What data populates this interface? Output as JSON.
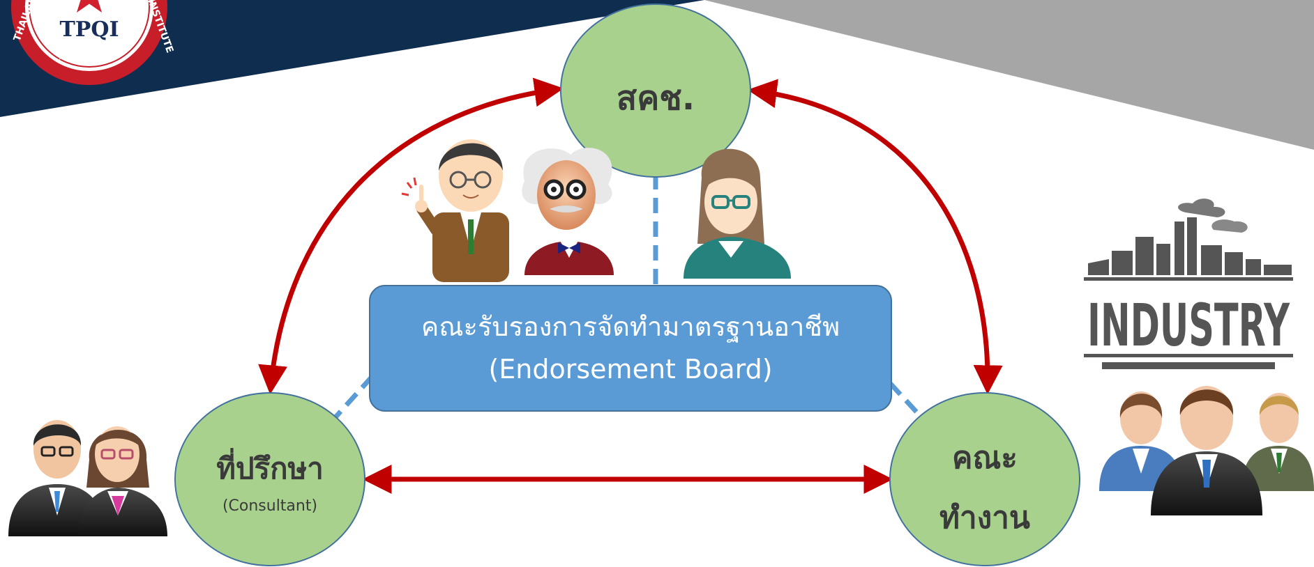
{
  "logo": {
    "text": "TPQI",
    "ring_text_left": "THAILAND",
    "ring_text_right": "INSTITUTE"
  },
  "nodes": {
    "top": {
      "label": "สคช."
    },
    "left": {
      "label": "ที่ปรึกษา",
      "sublabel": "(Consultant)"
    },
    "right": {
      "line1": "คณะ",
      "line2": "ทำงาน"
    }
  },
  "board": {
    "thai": "คณะรับรองการจัดทำมาตรฐานอาชีพ",
    "english": "(Endorsement Board)"
  },
  "industry": {
    "label": "INDUSTRY"
  },
  "colors": {
    "banner_navy": "#0f2d4f",
    "banner_gray": "#a6a6a6",
    "circle_fill": "#a9d18e",
    "circle_stroke": "#41719c",
    "box_fill": "#5b9bd5",
    "arrow_red": "#c00000",
    "dashed_blue": "#5b9bd5"
  }
}
